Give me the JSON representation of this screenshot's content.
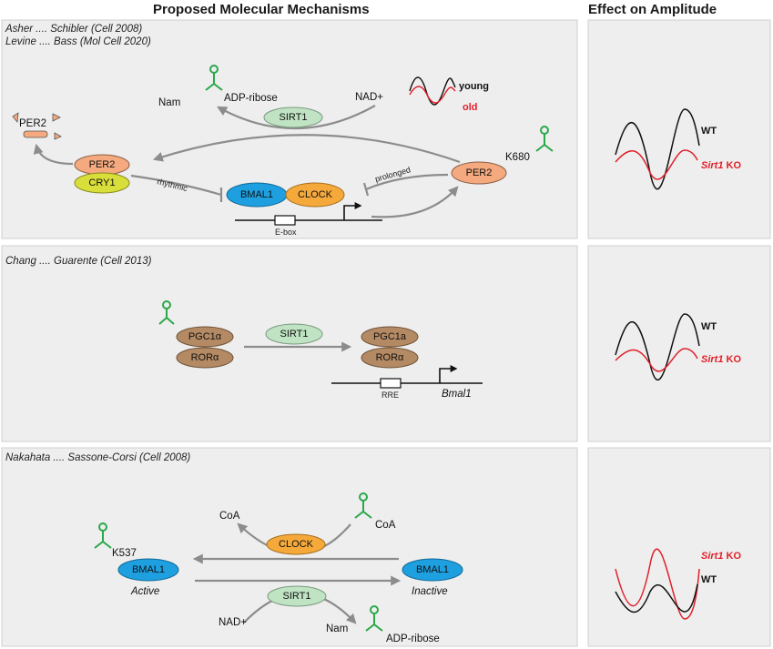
{
  "headers": {
    "left": "Proposed Molecular Mechanisms",
    "right": "Effect on Amplitude"
  },
  "panel1": {
    "citations": [
      "Asher .... Schibler (Cell 2008)",
      "Levine .... Bass (Mol Cell 2020)"
    ],
    "nam": "Nam",
    "adp_ribose": "ADP-ribose",
    "nad": "NAD+",
    "sirt1": "SIRT1",
    "young": "young",
    "old": "old",
    "per2_deg": "PER2",
    "per2": "PER2",
    "cry1": "CRY1",
    "rhythmic": "rhythmic",
    "bmal1": "BMAL1",
    "clock": "CLOCK",
    "prolonged": "prolonged",
    "per2_right": "PER2",
    "k680": "K680",
    "ebox": "E-box"
  },
  "panel2": {
    "citation": "Chang .... Guarente (Cell 2013)",
    "pgc1a_left": "PGC1α",
    "rora_left": "RORα",
    "sirt1": "SIRT1",
    "pgc1a_right": "PGC1a",
    "rora_right": "RORα",
    "rre": "RRE",
    "bmal1_gene": "Bmal1"
  },
  "panel3": {
    "citation": "Nakahata .... Sassone-Corsi (Cell 2008)",
    "coa_left": "CoA",
    "coa_right": "CoA",
    "clock": "CLOCK",
    "k537": "K537",
    "bmal1_left": "BMAL1",
    "active": "Active",
    "bmal1_right": "BMAL1",
    "inactive": "Inactive",
    "sirt1": "SIRT1",
    "nad": "NAD+",
    "nam": "Nam",
    "adp_ribose": "ADP-ribose"
  },
  "amplitude": {
    "p1_wt": "WT",
    "p1_ko_gene": "Sirt1",
    "p1_ko_suffix": " KO",
    "p2_wt": "WT",
    "p2_ko_gene": "Sirt1",
    "p2_ko_suffix": " KO",
    "p3_ko_gene": "Sirt1",
    "p3_ko_suffix": " KO",
    "p3_wt": "WT"
  },
  "colors": {
    "per2": "#f4a97e",
    "cry1": "#d8de3a",
    "bmal1": "#1e9fe0",
    "clock": "#f6a93b",
    "sirt1": "#bfe3c3",
    "brown": "#b48a64",
    "acetyl": "#2aa84a",
    "ko_red": "#e0202a"
  }
}
